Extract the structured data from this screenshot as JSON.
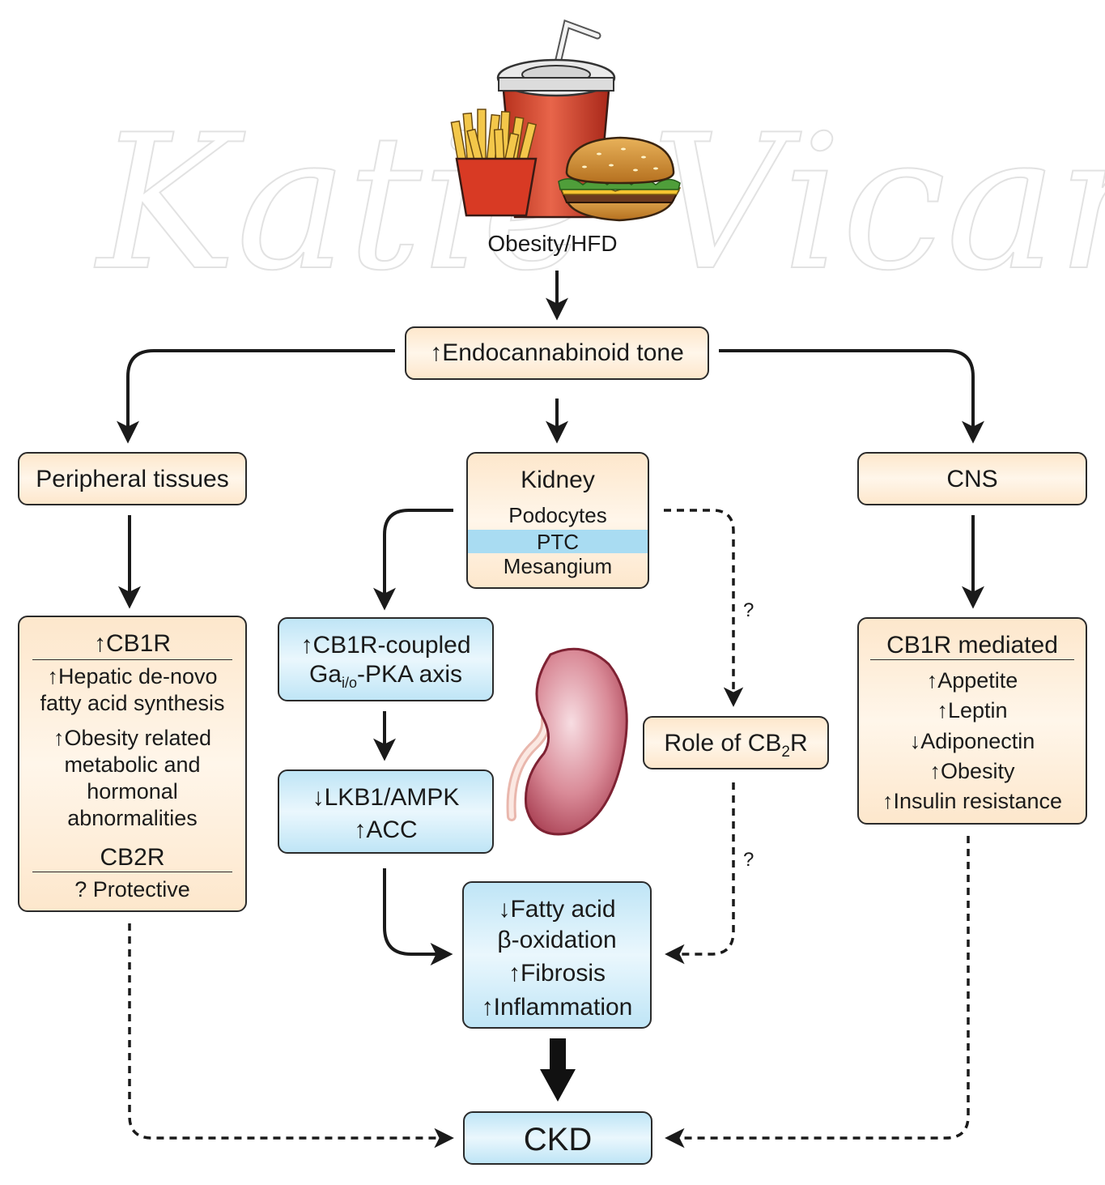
{
  "top": {
    "caption": "Obesity/HFD",
    "food_icon": "fast-food-illustration"
  },
  "watermark": {
    "text": "Katie Vicari"
  },
  "endocannabinoid": {
    "label": "↑Endocannabinoid tone"
  },
  "peripheral": {
    "title": "Peripheral tissues",
    "cb1r_header": "↑CB1R",
    "lines": [
      "↑Hepatic de-novo",
      "fatty acid synthesis",
      "↑Obesity related",
      "metabolic and",
      "hormonal",
      "abnormalities"
    ],
    "cb2r_header": "CB2R",
    "cb2r_note": "? Protective"
  },
  "kidney": {
    "title": "Kidney",
    "cells": [
      "Podocytes",
      "PTC",
      "Mesangium"
    ],
    "ptc_color": "#a9dcf2"
  },
  "cns": {
    "title": "CNS",
    "header": "CB1R mediated",
    "lines": [
      "↑Appetite",
      "↑Leptin",
      "↓Adiponectin",
      "↑Obesity",
      "↑Insulin resistance"
    ]
  },
  "pathway": {
    "box1": {
      "prefix": "↑CB1R-coupled",
      "ga": "Ga",
      "sub": "i/o",
      "suffix": "-PKA axis"
    },
    "box2": [
      "↓LKB1/AMPK",
      "↑ACC"
    ],
    "box3": [
      "↓Fatty acid",
      "β-oxidation",
      "↑Fibrosis",
      "↑Inflammation"
    ]
  },
  "cb2": {
    "prefix": "Role of CB",
    "sub": "2",
    "suffix": "R",
    "question_top": "?",
    "question_bottom": "?"
  },
  "outcome": {
    "label": "CKD"
  },
  "colors": {
    "peach": "#fde7cc",
    "blue": "#bfe5f6",
    "line": "#2b2b2b",
    "kidney": "#b04758"
  }
}
